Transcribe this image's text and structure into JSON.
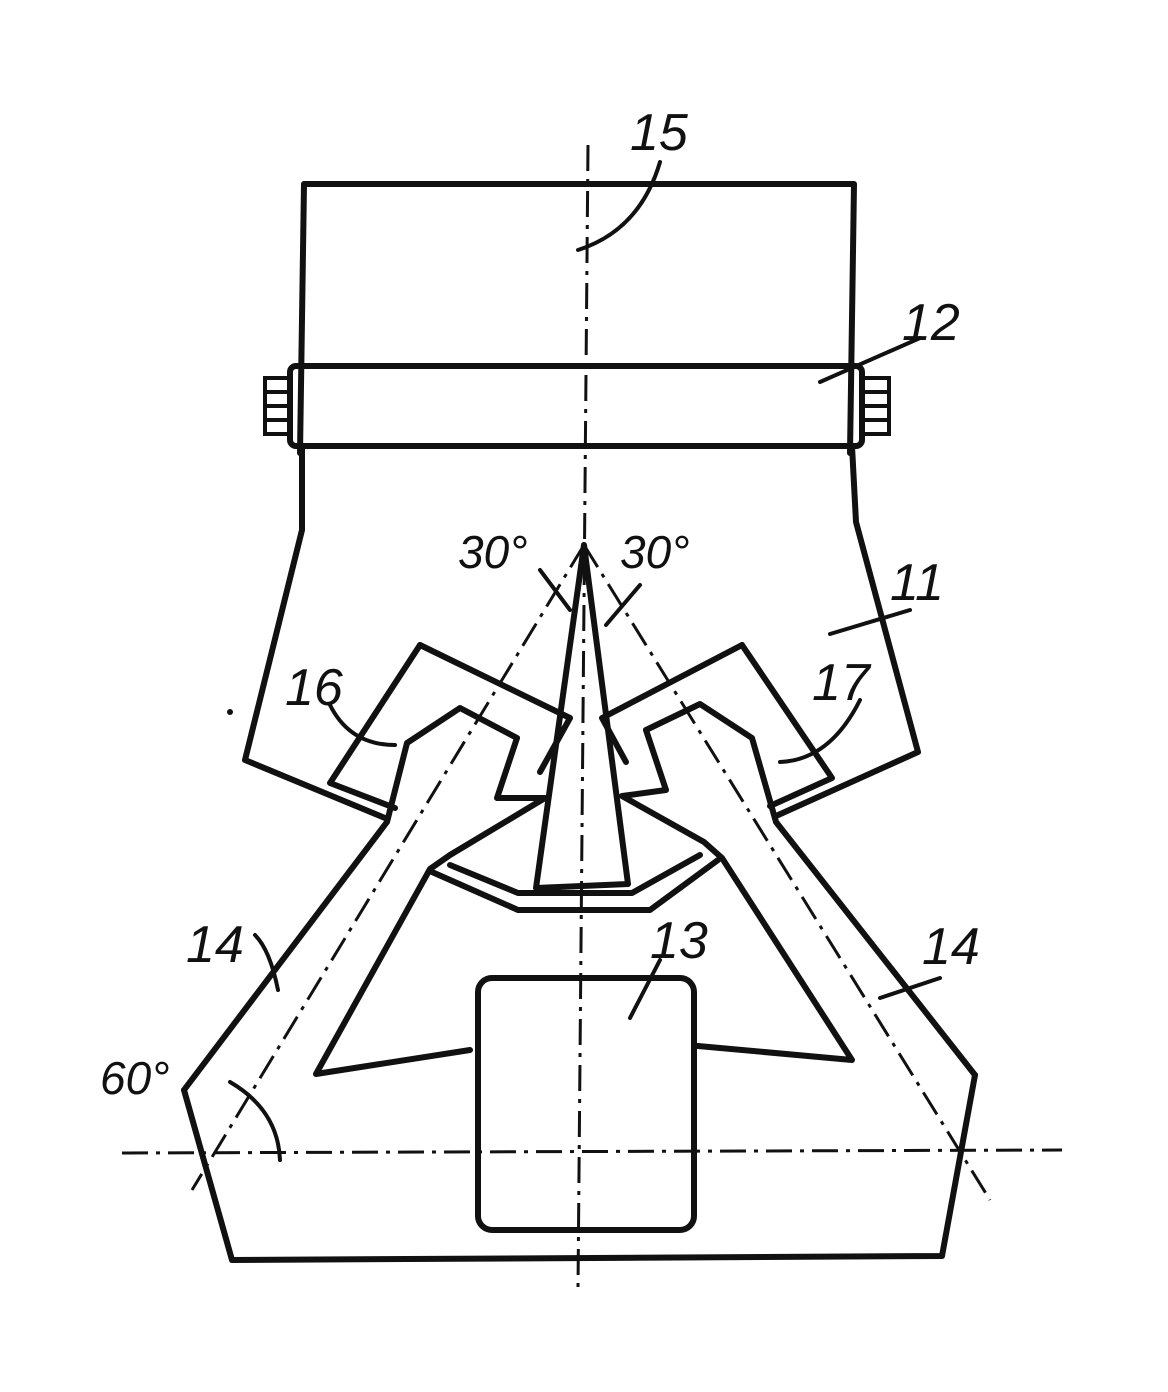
{
  "labels": {
    "axis": "15",
    "collar": "12",
    "body": "11",
    "block": "13",
    "arm_left": "14",
    "arm_right": "14",
    "jaw_left": "16",
    "jaw_right": "17"
  },
  "angles": {
    "left": "30°",
    "right": "30°",
    "bottom": "60°"
  }
}
